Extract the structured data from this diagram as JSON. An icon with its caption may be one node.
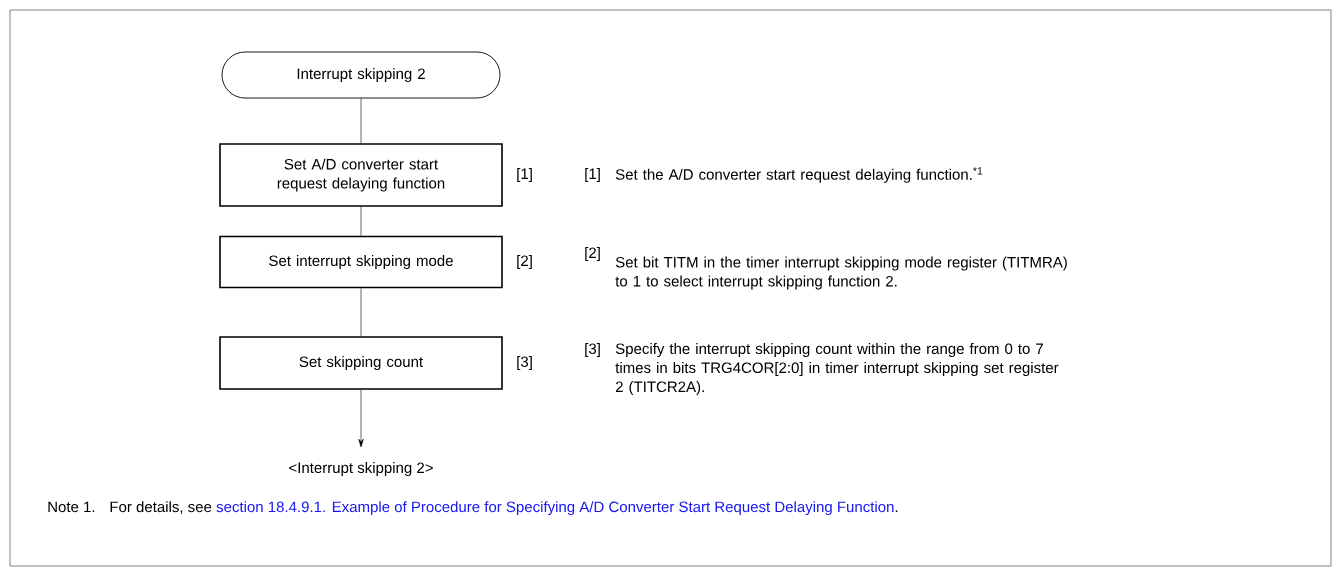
{
  "diagram": {
    "caption": "<Interrupt skipping 2>",
    "nodes": [
      {
        "text": [
          "Interrupt skipping 2"
        ]
      },
      {
        "text": [
          "Set A/D converter start request delaying function"
        ],
        "beside": [
          "[1]"
        ]
      },
      {
        "text": [
          "Set interrupt skipping mode"
        ],
        "beside": [
          "[2]"
        ]
      },
      {
        "text": [
          "Set skipping count"
        ],
        "beside": [
          "[3]"
        ]
      }
    ],
    "edges": [
      {
        "from": 0,
        "to": 1,
        "arrow": "none"
      },
      {
        "from": 1,
        "to": 2,
        "arrow": "none"
      },
      {
        "from": 2,
        "to": 3,
        "arrow": "none"
      },
      {
        "from": 3,
        "to": null,
        "arrow": "to"
      }
    ],
    "labels": [
      "[1]",
      "Set the A/D converter start request delaying function.$^{*1}$",
      "[2]",
      "Set bit TITM in the timer interrupt skipping mode register (TITMRA) to 1 to select interrupt skipping function 2.",
      "[3]",
      "Specify the interrupt skipping count within the range from 0 to 7 times in bits TRG4COR[2:0] in timer interrupt skipping set register 2 (TITCR2A).",
      "Note 1.",
      "For details, see",
      "section 18.4.9.1. Example of Procedure for Specifying A/D Converter Start Request Delaying Function",
      "."
    ]
  }
}
